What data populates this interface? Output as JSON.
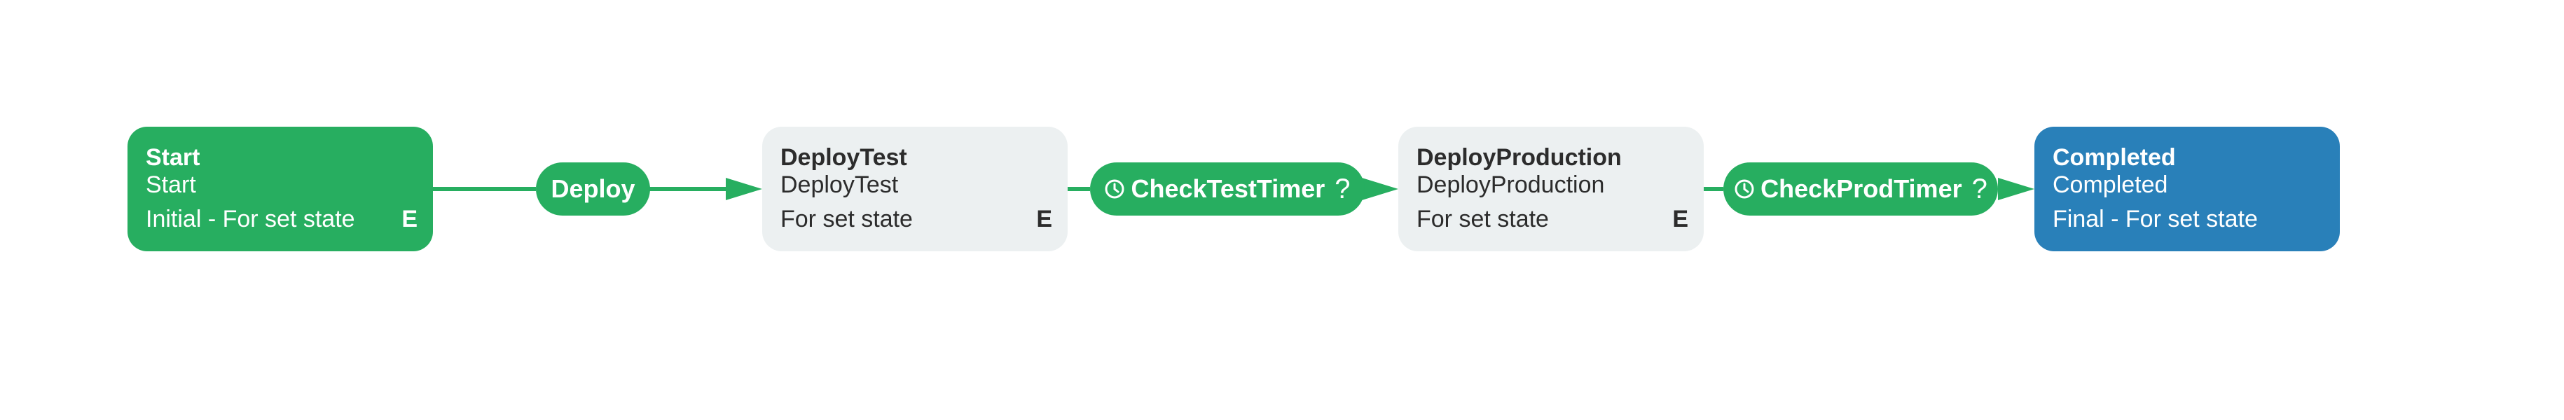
{
  "diagram": {
    "nodes": [
      {
        "title": "Start",
        "subtitle": "Start",
        "state": "Initial - For set state",
        "badge": "E",
        "color": "#27ae60"
      },
      {
        "title": "DeployTest",
        "subtitle": "DeployTest",
        "state": "For set state",
        "badge": "E",
        "color": "#ecf0f1"
      },
      {
        "title": "DeployProduction",
        "subtitle": "DeployProduction",
        "state": "For set state",
        "badge": "E",
        "color": "#ecf0f1"
      },
      {
        "title": "Completed",
        "subtitle": "Completed",
        "state": "Final - For set state",
        "badge": "",
        "color": "#2980b9"
      }
    ],
    "transitions": [
      {
        "label": "Deploy",
        "icon": "",
        "suffix": ""
      },
      {
        "label": "CheckTestTimer",
        "icon": "clock-icon",
        "suffix": "?"
      },
      {
        "label": "CheckProdTimer",
        "icon": "clock-icon",
        "suffix": "?"
      }
    ],
    "colors": {
      "accent": "#27ae60",
      "neutral": "#ecf0f1",
      "final": "#2980b9"
    }
  }
}
